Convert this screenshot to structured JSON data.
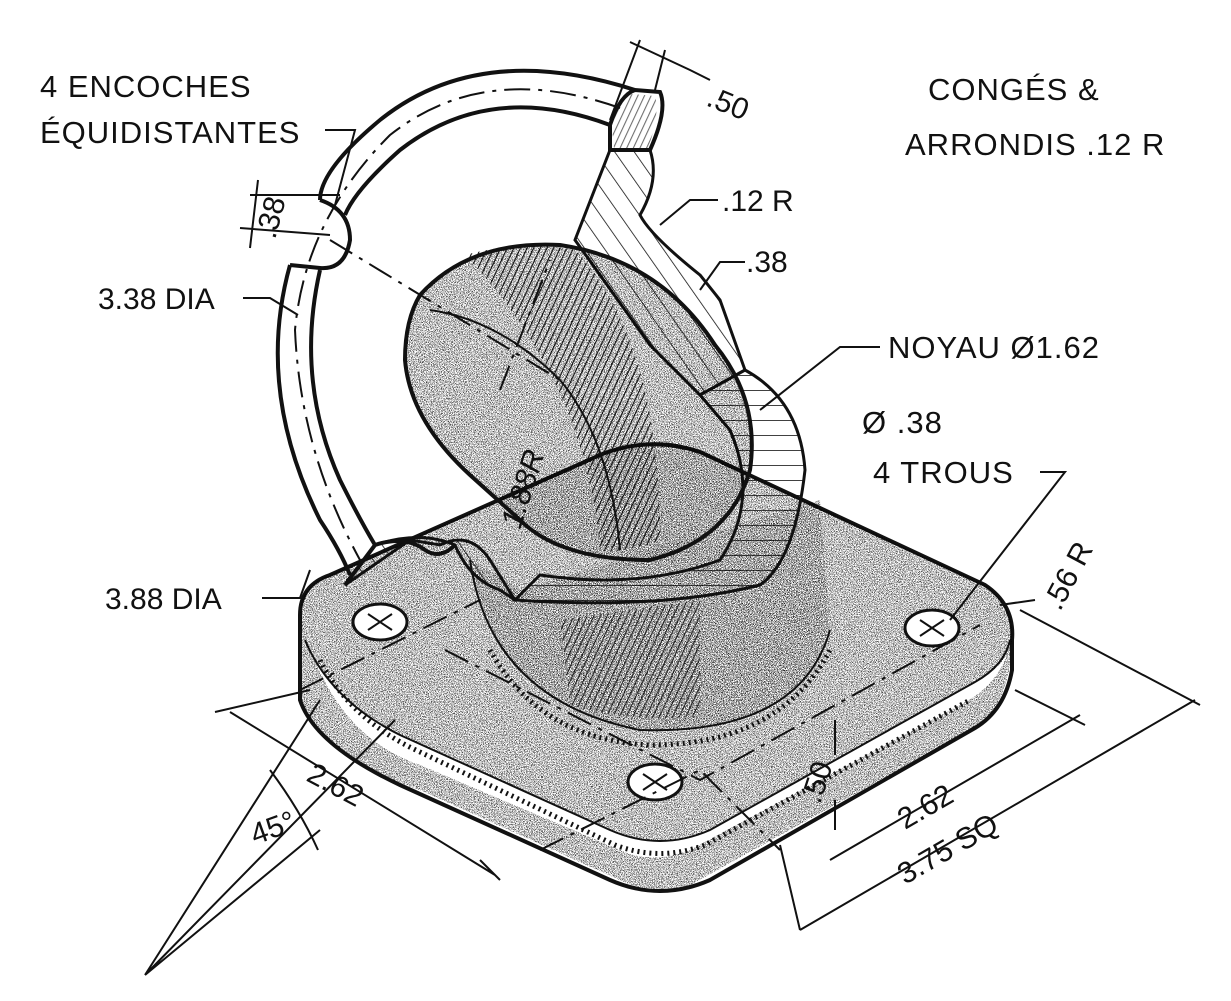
{
  "colors": {
    "ink": "#111111",
    "paper": "#ffffff"
  },
  "labels": {
    "notches_line1": "4 ENCOCHES",
    "notches_line2": "ÉQUIDISTANTES",
    "fillets_line1": "CONGÉS &",
    "fillets_line2": "ARRONDIS .12 R",
    "core": "NOYAU Ø1.62",
    "holes_dia": "Ø .38",
    "holes_count": "4 TROUS"
  },
  "dims": {
    "lip_width": ".50",
    "fillet_radius": ".12 R",
    "wall": ".38",
    "notch_width": ".38",
    "inner_dia": "3.38 DIA",
    "outer_dia": "3.88 DIA",
    "sphere_radius": "1.88R",
    "corner_radius": ".56 R",
    "hole_spacing_left": "2.62",
    "hole_spacing_right": "2.62",
    "base_square": "3.75 SQ",
    "base_height": ".50",
    "angle": "45°"
  }
}
